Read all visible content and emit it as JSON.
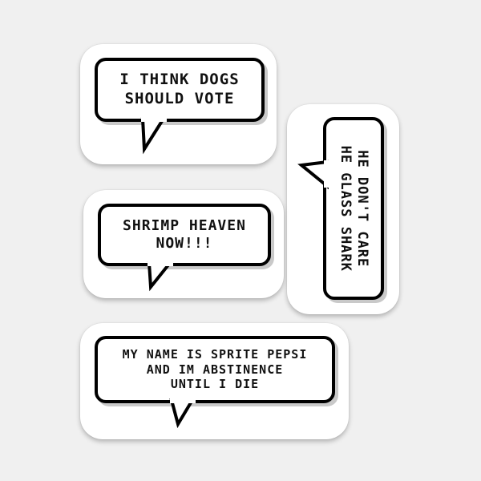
{
  "stickers": [
    {
      "lines": [
        "I THINK DOGS",
        "SHOULD VOTE"
      ]
    },
    {
      "lines": [
        "HE DON'T CARE",
        "HE GLASS SHARK"
      ]
    },
    {
      "lines": [
        "SHRIMP HEAVEN",
        "NOW!!!"
      ]
    },
    {
      "lines": [
        "MY NAME IS SPRITE PEPSI",
        "AND IM ABSTINENCE",
        "UNTIL I DIE"
      ]
    }
  ],
  "colors": {
    "background": "#f0f0f0",
    "sticker": "#ffffff",
    "outline": "#000000",
    "shadow": "#c9c9c9"
  }
}
